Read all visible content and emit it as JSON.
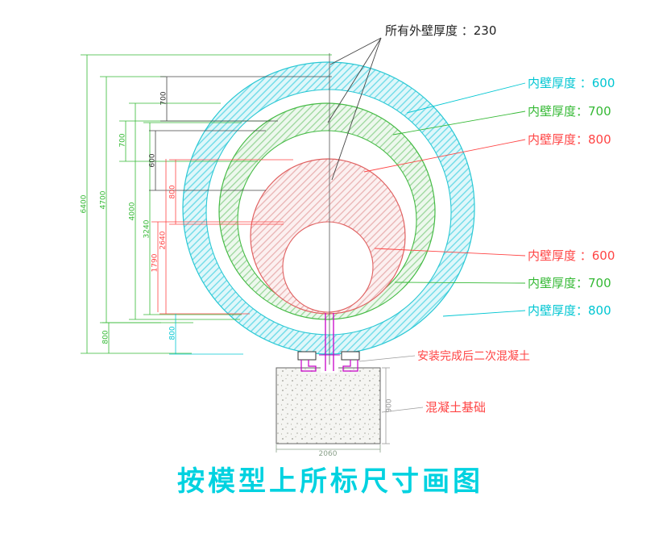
{
  "drawing": {
    "title": "按模型上所标尺寸画图",
    "outer_wall_note": "所有外壁厚度 ：230",
    "labels_top_right": [
      "内壁厚度 ：600",
      "内壁厚度：700",
      "内壁厚度：800"
    ],
    "labels_bottom_right": [
      "内壁厚度 ：600",
      "内壁厚度：700",
      "内壁厚度：800"
    ],
    "secondary_concrete_note": "安装完成后二次混凝土",
    "foundation_label": "混凝土基础"
  },
  "dims": {
    "left": [
      "700",
      "700",
      "600",
      "800",
      "6400",
      "4700",
      "4000",
      "3240",
      "2640",
      "1790",
      "800",
      "800"
    ],
    "foundation_width": "2060",
    "foundation_height": "900"
  },
  "colors": {
    "cyan": "#00c6d2",
    "green": "#35b935",
    "red": "#ff4545",
    "magenta": "#c800c8",
    "black": "#333333",
    "gray": "#999999",
    "title_cyan": "#00d2e0"
  }
}
